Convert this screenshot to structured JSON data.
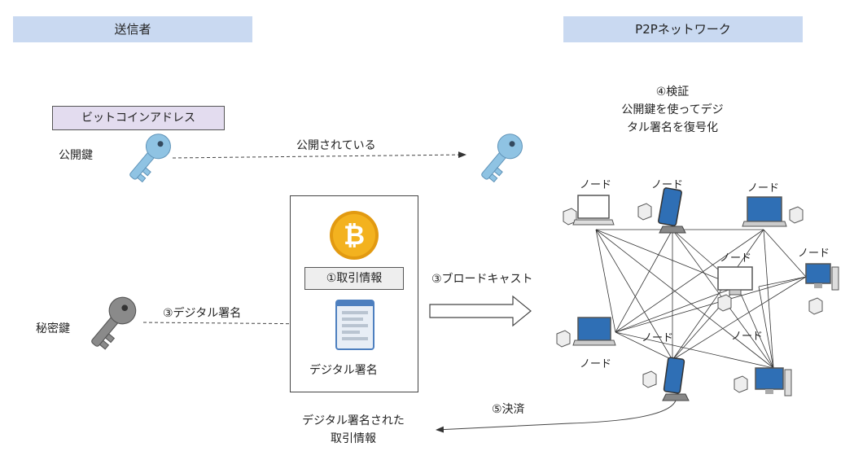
{
  "headers": {
    "sender": "送信者",
    "network": "P2Pネットワーク"
  },
  "sender_side": {
    "address_box": "ビットコインアドレス",
    "public_key": "公開鍵",
    "private_key": "秘密鍵",
    "public_arrow": "公開されている",
    "sign_arrow": "③デジタル署名"
  },
  "transaction": {
    "info_box": "①取引情報",
    "signature": "デジタル署名"
  },
  "broadcast": "③ブロードキャスト",
  "verify": {
    "line1": "④検証",
    "line2": "公開鍵を使ってデジ",
    "line3": "タル署名を復号化"
  },
  "node_label": "ノード",
  "settlement": "⑤決済",
  "result": {
    "line1": "デジタル署名された",
    "line2": "取引情報"
  },
  "colors": {
    "header_bg": "#c9d9f1",
    "address_bg": "#e3dcef",
    "key_public": "#8fc3e3",
    "key_private": "#8a8a8a",
    "coin": "#f3b21f",
    "screen": "#2f6fb5"
  }
}
